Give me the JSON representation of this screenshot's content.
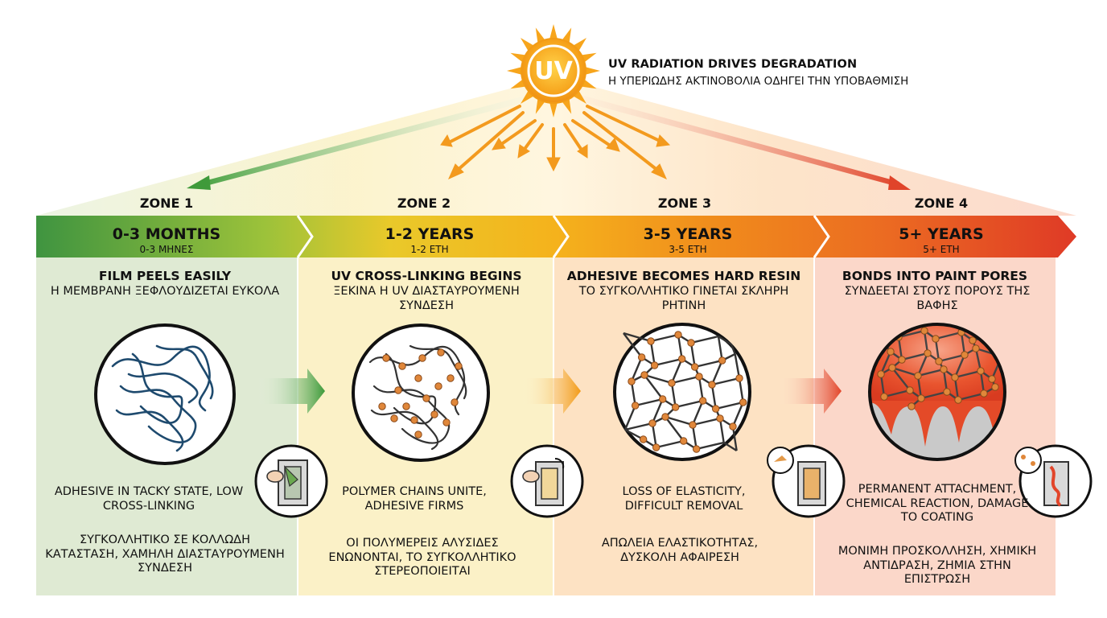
{
  "sun": {
    "symbol": "UV",
    "title": "UV RADIATION DRIVES DEGRADATION",
    "subtitle": "Η ΥΠΕΡΙΩΔΗΣ ΑΚΤΙΝΟΒΟΛΙΑ ΟΔΗΓΕΙ ΤΗΝ ΥΠΟΒΑΘΜΙΣΗ"
  },
  "colors": {
    "zone1": "#4a9a3c",
    "zone2": "#f2c21b",
    "zone3": "#f08a1c",
    "zone4": "#e2422a",
    "polymer": "#1e4a6e",
    "node": "#e0873a"
  },
  "zones": [
    {
      "label": "ZONE 1",
      "period": "0-3 MONTHS",
      "period_gr": "0-3 ΜΗΝΕΣ",
      "heading": "FILM PEELS EASILY",
      "heading_gr": "Η ΜΕΜΒΡΑΝΗ ΞΕΦΛΟΥΔΙΖΕΤΑΙ ΕΥΚΟΛΑ",
      "desc": "ADHESIVE IN TACKY STATE, LOW CROSS-LINKING",
      "desc_gr": "ΣΥΓΚΟΛΛΗΤΙΚΟ ΣΕ ΚΟΛΛΩΔΗ ΚΑΤΑΣΤΑΣΗ, ΧΑΜΗΛΗ ΔΙΑΣΤΑΥΡΟΥΜΕΝΗ ΣΥΝΔΕΣΗ",
      "diagram_icon": "tangled-polymer-chains-icon",
      "inset_icon": "peeling-film-window-frame-icon"
    },
    {
      "label": "ZONE 2",
      "period": "1-2 YEARS",
      "period_gr": "1-2 ΕΤΗ",
      "heading": "UV CROSS-LINKING BEGINS",
      "heading_gr": "ΞΕΚΙΝΑ Η UV ΔΙΑΣΤΑΥΡΟΥΜΕΝΗ ΣΥΝΔΕΣΗ",
      "desc": "POLYMER CHAINS UNITE, ADHESIVE FIRMS",
      "desc_gr": "ΟΙ ΠΟΛΥΜΕΡΕΙΣ ΑΛΥΣΙΔΕΣ ΕΝΩΝΟΝΤΑΙ, ΤΟ ΣΥΓΚΟΛΛΗΤΙΚΟ ΣΤΕΡΕΟΠΟΙΕΙΤΑΙ",
      "diagram_icon": "crosslinked-chains-icon",
      "inset_icon": "film-peeling-resistance-icon"
    },
    {
      "label": "ZONE 3",
      "period": "3-5 YEARS",
      "period_gr": "3-5 ΕΤΗ",
      "heading": "ADHESIVE BECOMES HARD RESIN",
      "heading_gr": "ΤΟ ΣΥΓΚΟΛΛΗΤΙΚΟ ΓΙΝΕΤΑΙ ΣΚΛΗΡΗ ΡΗΤΙΝΗ",
      "desc": "LOSS OF ELASTICITY, DIFFICULT REMOVAL",
      "desc_gr": "ΑΠΩΛΕΙΑ ΕΛΑΣΤΙΚΟΤΗΤΑΣ, ΔΥΣΚΟΛΗ ΑΦΑΙΡΕΣΗ",
      "diagram_icon": "rigid-network-icon",
      "inset_icon": "brittle-film-flakes-icon"
    },
    {
      "label": "ZONE 4",
      "period": "5+ YEARS",
      "period_gr": "5+ ΕΤΗ",
      "heading": "BONDS INTO PAINT PORES",
      "heading_gr": "ΣΥΝΔΕΕΤΑΙ ΣΤΟΥΣ ΠΟΡΟΥΣ ΤΗΣ ΒΑΦΗΣ",
      "desc": "PERMANENT ATTACHMENT, CHEMICAL REACTION, DAMAGE TO COATING",
      "desc_gr": "ΜΟΝΙΜΗ ΠΡΟΣΚΟΛΛΗΣΗ, ΧΗΜΙΚΗ ΑΝΤΙΔΡΑΣΗ, ΖΗΜΙΑ ΣΤΗΝ ΕΠΙΣΤΡΩΣΗ",
      "diagram_icon": "network-bonded-to-paint-pores-icon",
      "inset_icon": "coating-damage-icon"
    }
  ]
}
